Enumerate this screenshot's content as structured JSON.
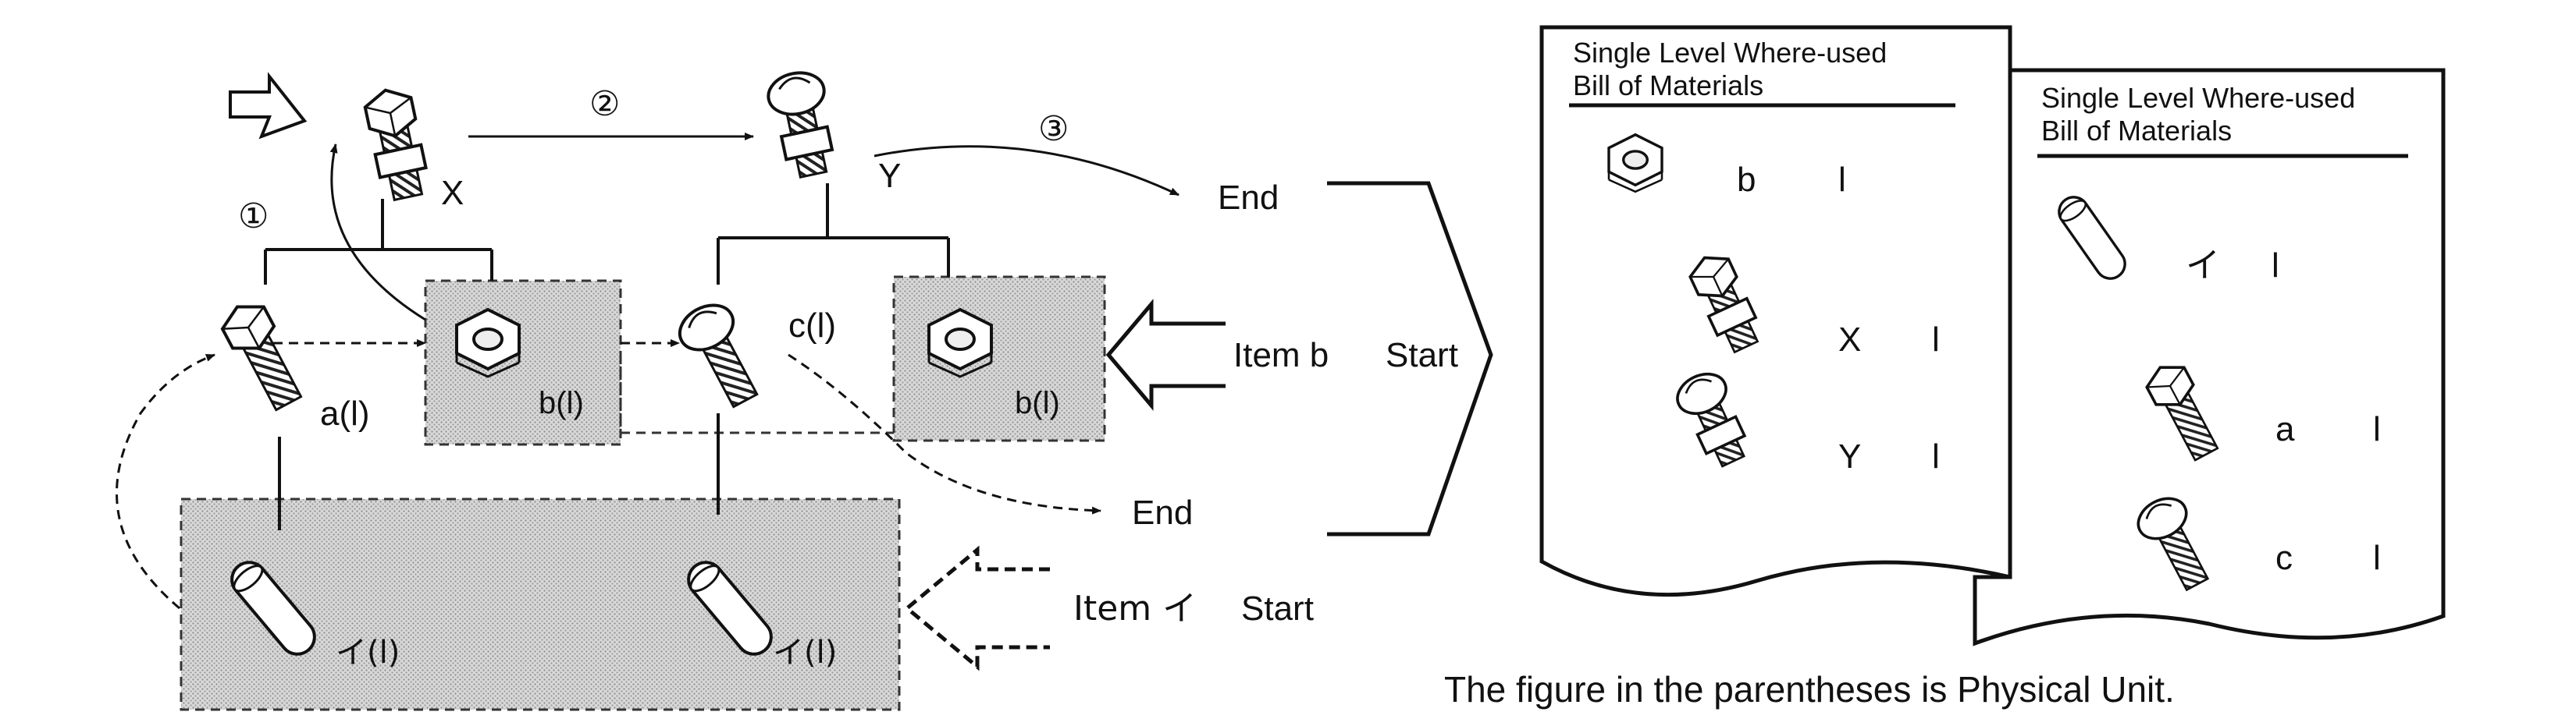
{
  "steps": [
    "①",
    "②",
    "③"
  ],
  "items": {
    "X": "X",
    "Y": "Y",
    "a": "a(l)",
    "b1": "b(l)",
    "c": "c(l)",
    "b2": "b(l)",
    "i1": "イ(l)",
    "i2": "イ(l)"
  },
  "flow": {
    "end_top": "End",
    "end_mid": "End",
    "item_b": "Item b",
    "start_b": "Start",
    "item_i": "Item イ",
    "start_i": "Start"
  },
  "doc1": {
    "title1": "Single Level Where-used",
    "title2": "Bill of Materials",
    "rows": [
      {
        "name": "b",
        "qty": "l",
        "icon": "nut-icon"
      },
      {
        "name": "X",
        "qty": "l",
        "icon": "hex-bolt-assembly-icon"
      },
      {
        "name": "Y",
        "qty": "l",
        "icon": "round-bolt-assembly-icon"
      }
    ]
  },
  "doc2": {
    "title1": "Single Level Where-used",
    "title2": "Bill of Materials",
    "rows": [
      {
        "name": "イ",
        "qty": "l",
        "icon": "pin-icon"
      },
      {
        "name": "a",
        "qty": "l",
        "icon": "hex-bolt-icon"
      },
      {
        "name": "c",
        "qty": "l",
        "icon": "round-bolt-icon"
      }
    ]
  },
  "caption": "The figure in the parentheses is Physical Unit."
}
